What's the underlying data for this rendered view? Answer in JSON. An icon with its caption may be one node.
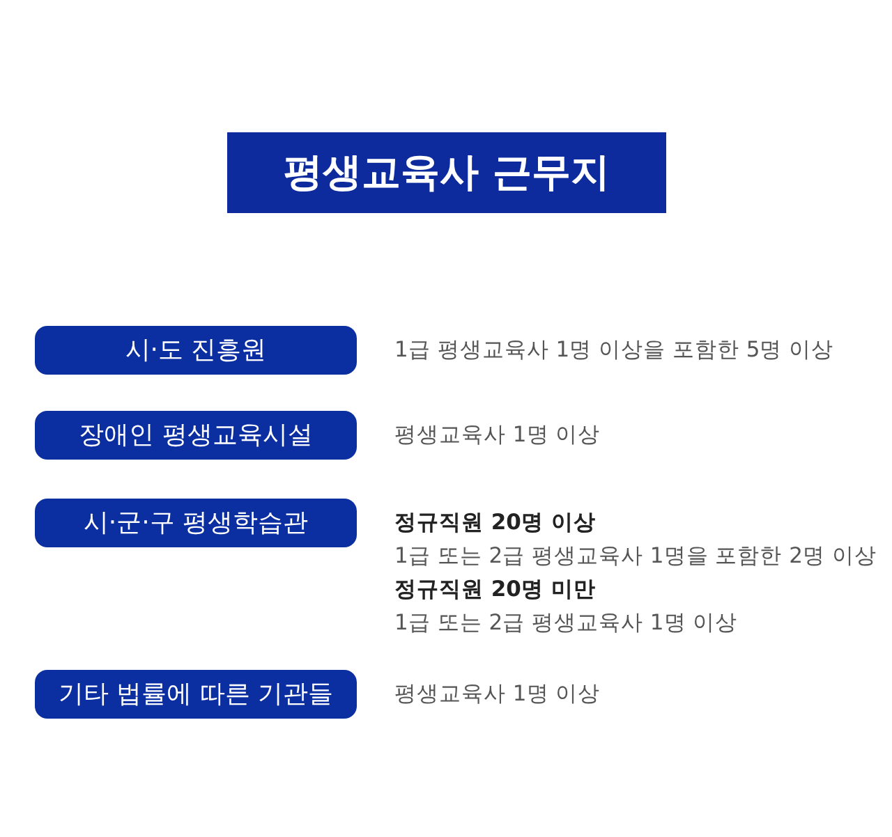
{
  "diagram": {
    "title": "평생교육사 근무지",
    "nodes": [
      {
        "text": [
          "시·도 진흥원"
        ],
        "beside": [
          "1급 평생교육사 1명 이상을 포함한 5명 이상"
        ]
      },
      {
        "text": [
          "장애인 평생교육시설"
        ],
        "beside": [
          "평생교육사 1명 이상"
        ]
      },
      {
        "text": [
          "시·군·구 평생학습관"
        ],
        "beside": [
          "정규직원 20명 이상",
          "1급 또는 2급 평생교육사 1명을 포함한 2명 이상",
          "정규직원 20명 미만",
          "1급 또는 2급 평생교육사 1명 이상"
        ]
      },
      {
        "text": [
          "기타 법률에 따른 기관들"
        ],
        "beside": [
          "평생교육사 1명 이상"
        ]
      }
    ]
  }
}
